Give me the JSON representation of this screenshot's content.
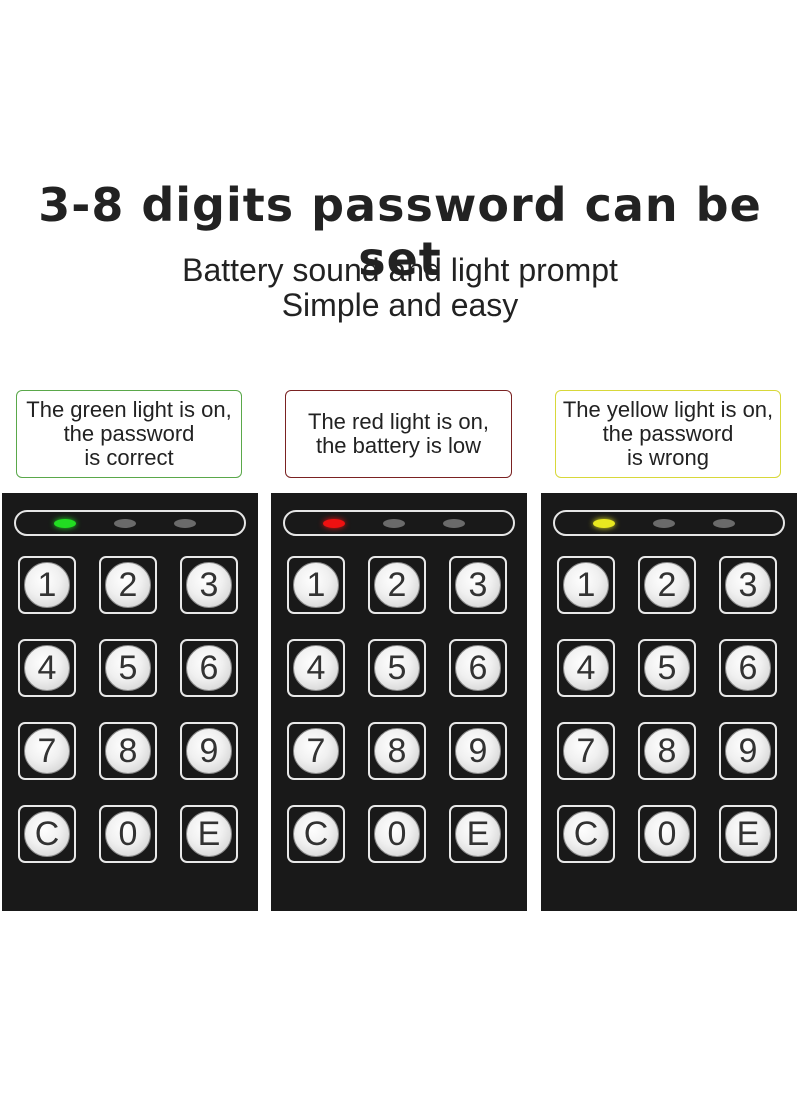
{
  "headline": "3-8 digits password can be set",
  "subline1": "Battery sound and light prompt",
  "subline2": "Simple and easy",
  "panels": [
    {
      "label_lines": [
        "The green light is on,",
        "the password",
        "is correct"
      ],
      "label_border": "#5aa84a",
      "led_color": "#22dd22",
      "lit_led": 1
    },
    {
      "label_lines": [
        "The red light is on,",
        "the battery is low"
      ],
      "label_border": "#7a2222",
      "led_color": "#ee1111",
      "lit_led": 1
    },
    {
      "label_lines": [
        "The yellow light is on,",
        "the password",
        "is wrong"
      ],
      "label_border": "#d8d83a",
      "led_color": "#e8e820",
      "lit_led": 1
    }
  ],
  "keys": [
    "1",
    "2",
    "3",
    "4",
    "5",
    "6",
    "7",
    "8",
    "9",
    "C",
    "0",
    "E"
  ],
  "colors": {
    "keypad_background": "#191919",
    "led_off": "#6a6a6a"
  }
}
